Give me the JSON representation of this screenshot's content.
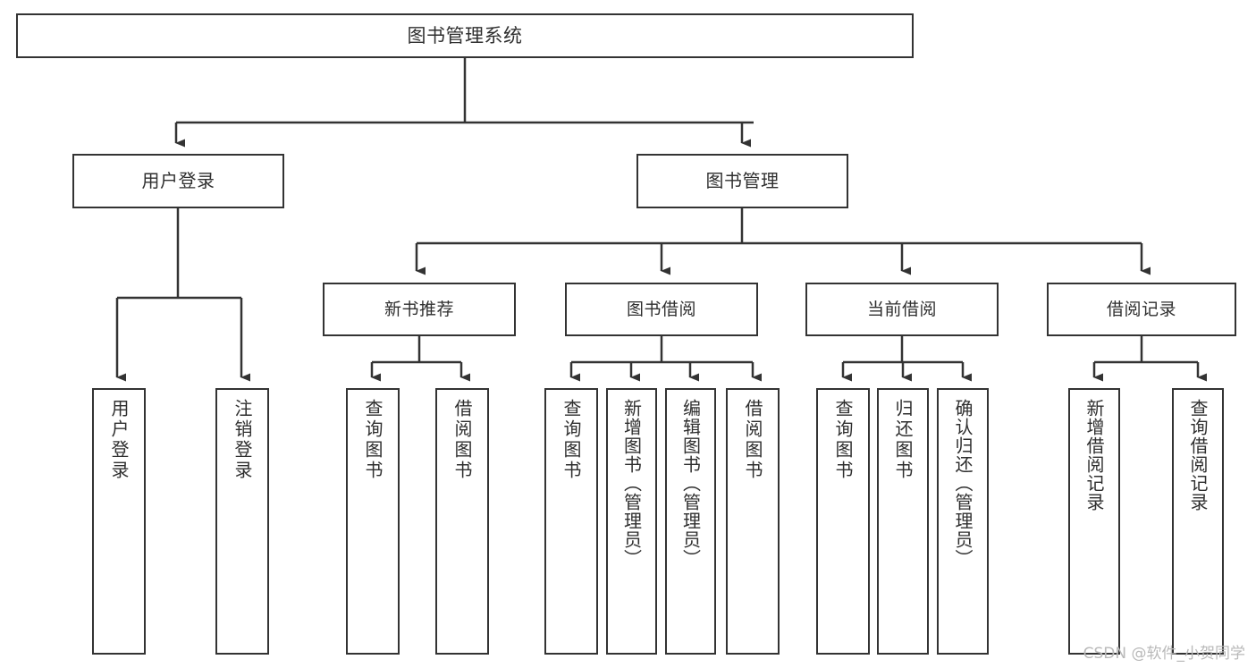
{
  "diagram": {
    "title": "图书管理系统",
    "watermark": "CSDN @软件_小贺同学",
    "colors": {
      "stroke": "#333333",
      "text": "#2f2f2f",
      "background": "#ffffff",
      "watermark": "#b9b9b9"
    },
    "root": {
      "label": "图书管理系统"
    },
    "level2": [
      {
        "label": "用户登录"
      },
      {
        "label": "图书管理"
      }
    ],
    "level3": [
      {
        "label": "新书推荐"
      },
      {
        "label": "图书借阅"
      },
      {
        "label": "当前借阅"
      },
      {
        "label": "借阅记录"
      }
    ],
    "leaves": [
      {
        "label": "用户登录",
        "parent": "用户登录"
      },
      {
        "label": "注销登录",
        "parent": "用户登录"
      },
      {
        "label": "查询图书",
        "parent": "新书推荐"
      },
      {
        "label": "借阅图书",
        "parent": "新书推荐"
      },
      {
        "label": "查询图书",
        "parent": "图书借阅"
      },
      {
        "label": "新增图书（管理员）",
        "parent": "图书借阅"
      },
      {
        "label": "编辑图书（管理员）",
        "parent": "图书借阅"
      },
      {
        "label": "借阅图书",
        "parent": "图书借阅"
      },
      {
        "label": "查询图书",
        "parent": "当前借阅"
      },
      {
        "label": "归还图书",
        "parent": "当前借阅"
      },
      {
        "label": "确认归还（管理员）",
        "parent": "当前借阅"
      },
      {
        "label": "新增借阅记录",
        "parent": "借阅记录"
      },
      {
        "label": "查询借阅记录",
        "parent": "借阅记录"
      }
    ]
  }
}
